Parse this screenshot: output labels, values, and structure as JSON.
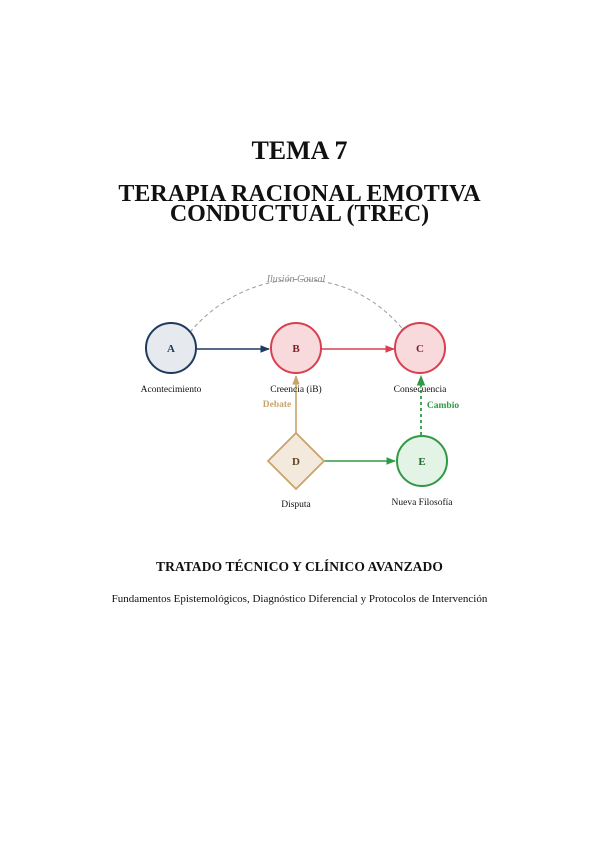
{
  "header": {
    "tema": "TEMA 7",
    "title_line1": "TERAPIA RACIONAL EMOTIVA",
    "title_line2": "CONDUCTUAL (TREC)"
  },
  "diagram": {
    "causal_label": "Ilusión Causal",
    "nodes": {
      "a": {
        "letter": "A",
        "caption": "Acontecimiento"
      },
      "b": {
        "letter": "B",
        "caption": "Creencia (iB)"
      },
      "c": {
        "letter": "C",
        "caption": "Consecuencia"
      },
      "d": {
        "letter": "D",
        "caption": "Disputa"
      },
      "e": {
        "letter": "E",
        "caption": "Nueva Filosofía"
      }
    },
    "edge_labels": {
      "debate": "Debate",
      "cambio": "Cambio"
    },
    "colors": {
      "a_stroke": "#1f3a5f",
      "a_fill": "#e6eaef",
      "bc_stroke": "#d9404f",
      "bc_fill": "#f8dadd",
      "d_stroke": "#c9a46a",
      "d_fill": "#f3e9dc",
      "e_stroke": "#2e9b44",
      "e_fill": "#e3f3e5",
      "causal_dash": "#9a9a9a"
    }
  },
  "subtitle": "TRATADO TÉCNICO Y CLÍNICO AVANZADO",
  "byline": "Fundamentos Epistemológicos, Diagnóstico Diferencial y Protocolos de Intervención"
}
